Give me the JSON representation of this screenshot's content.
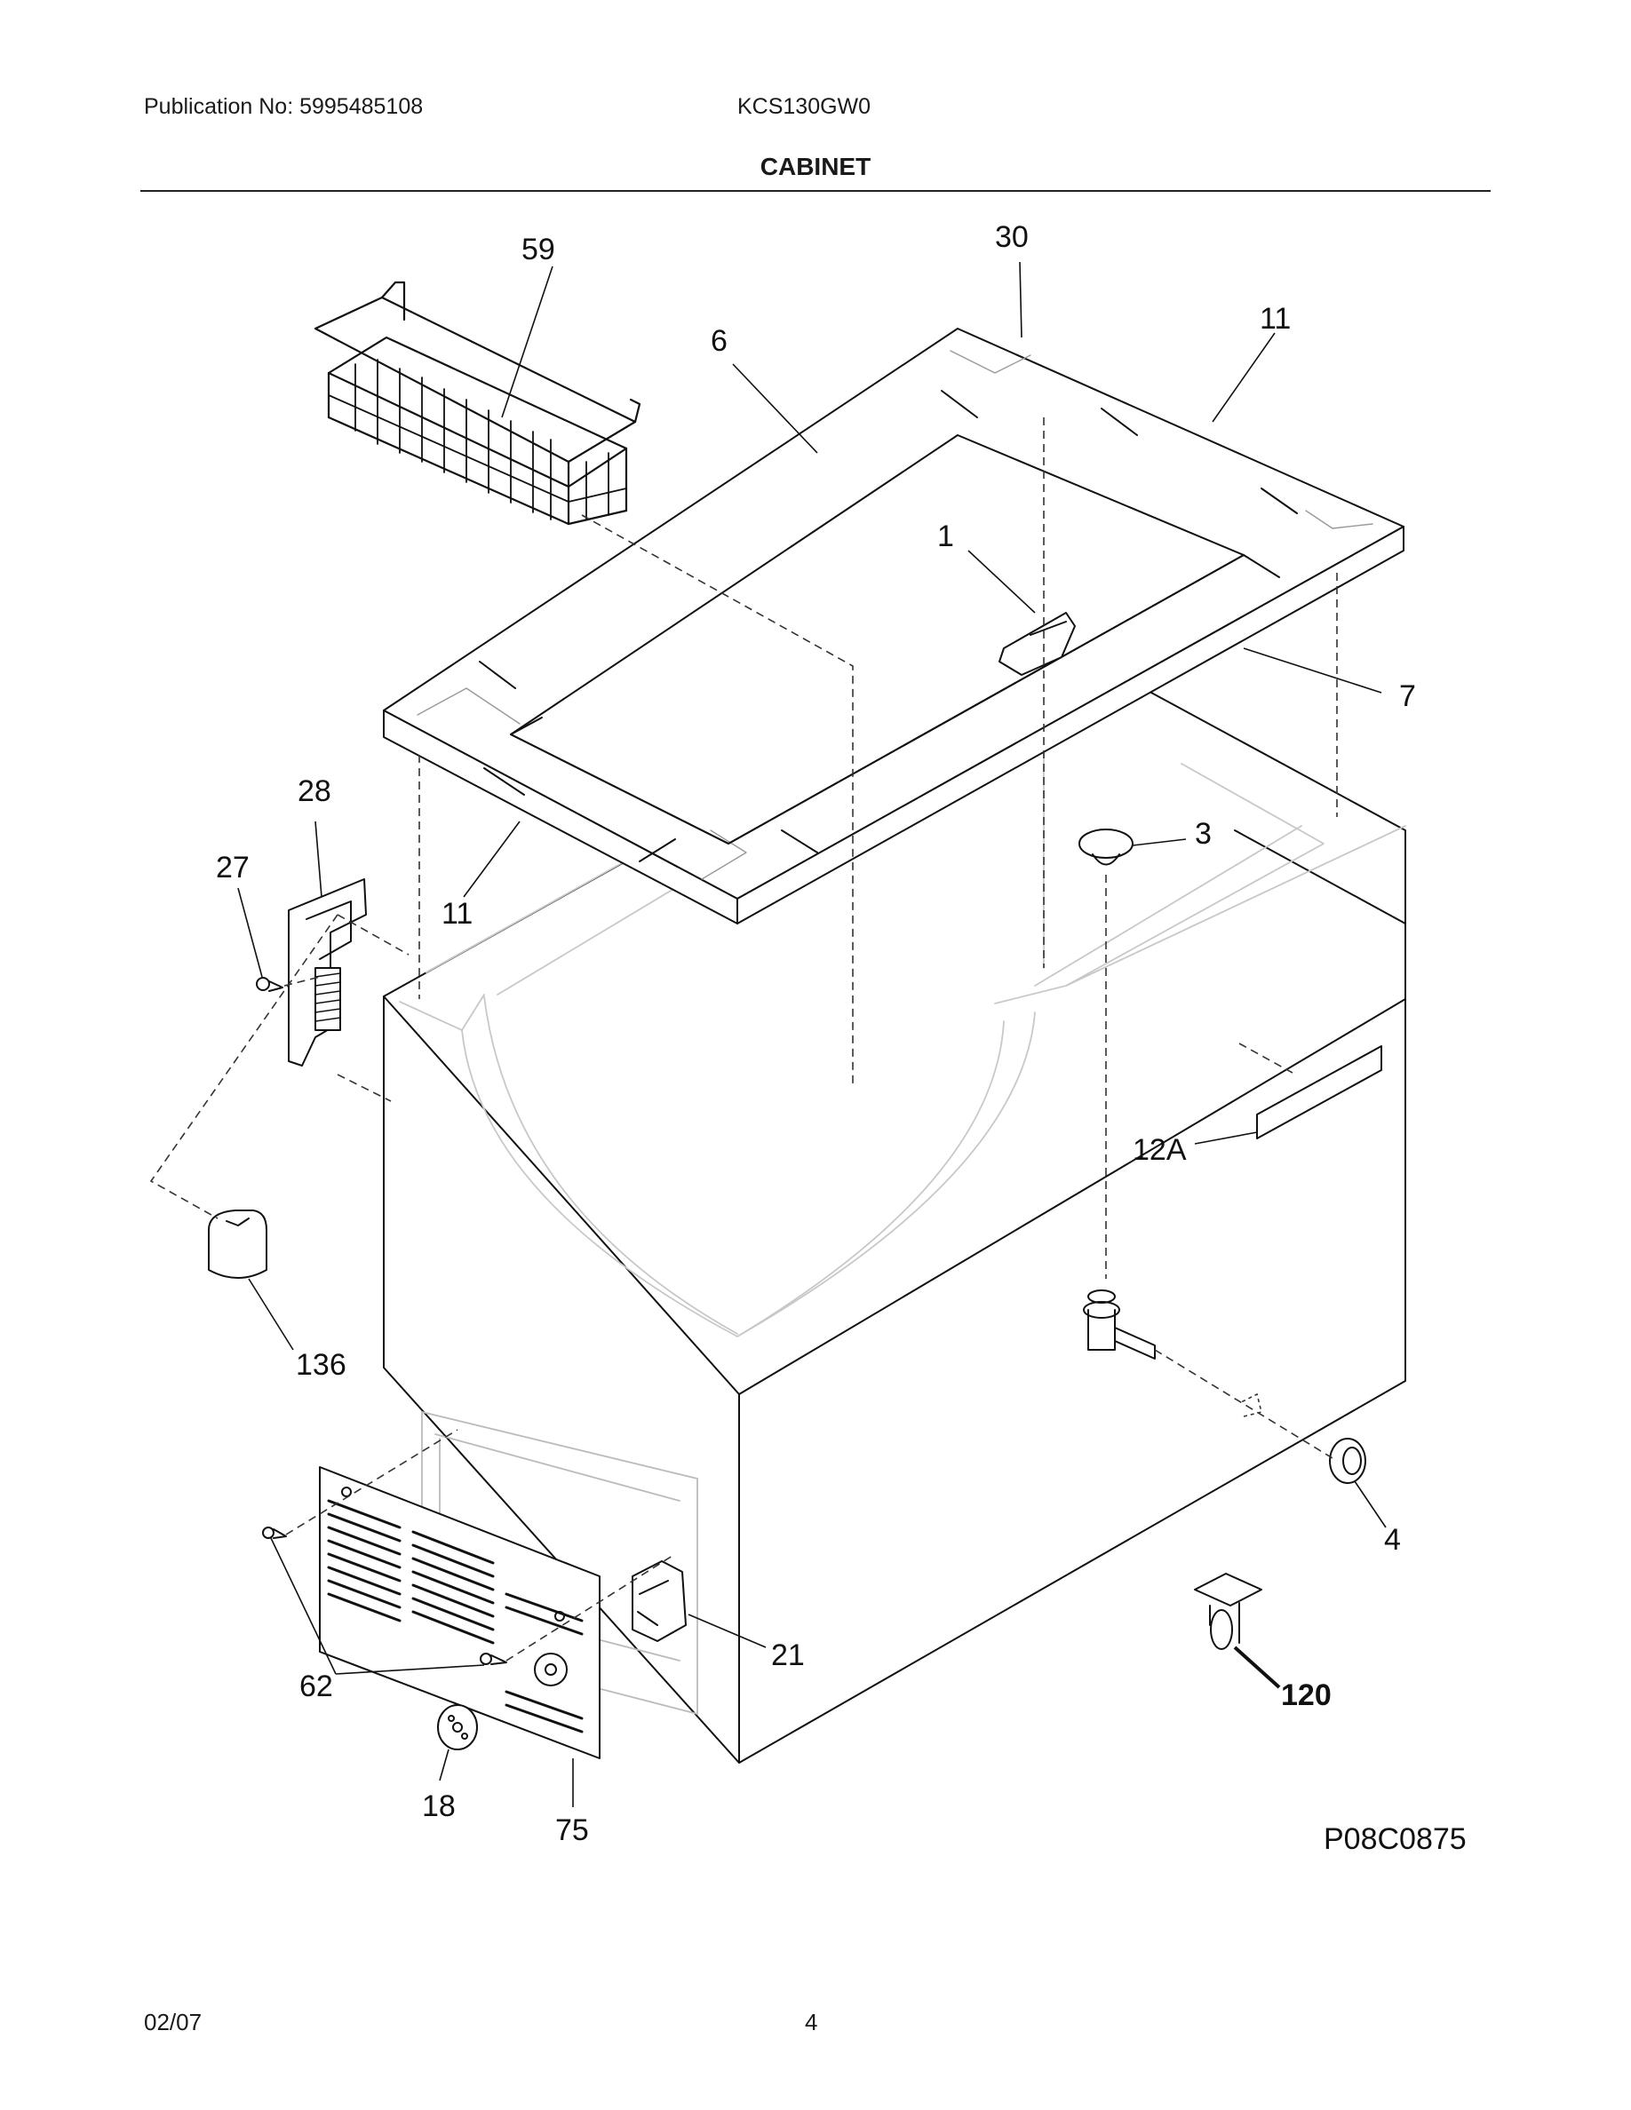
{
  "header": {
    "publication": "Publication No: 5995485108",
    "model": "KCS130GW0",
    "title": "CABINET"
  },
  "diagram": {
    "drawing_code": "P08C0875",
    "callouts": {
      "c59": "59",
      "c30": "30",
      "c11_top": "11",
      "c6": "6",
      "c1": "1",
      "c7": "7",
      "c28": "28",
      "c27": "27",
      "c11_left": "11",
      "c3": "3",
      "c12a": "12A",
      "c136": "136",
      "c4": "4",
      "c21": "21",
      "c62": "62",
      "c120": "120",
      "c18": "18",
      "c75": "75"
    }
  },
  "footer": {
    "date": "02/07",
    "page": "4"
  }
}
